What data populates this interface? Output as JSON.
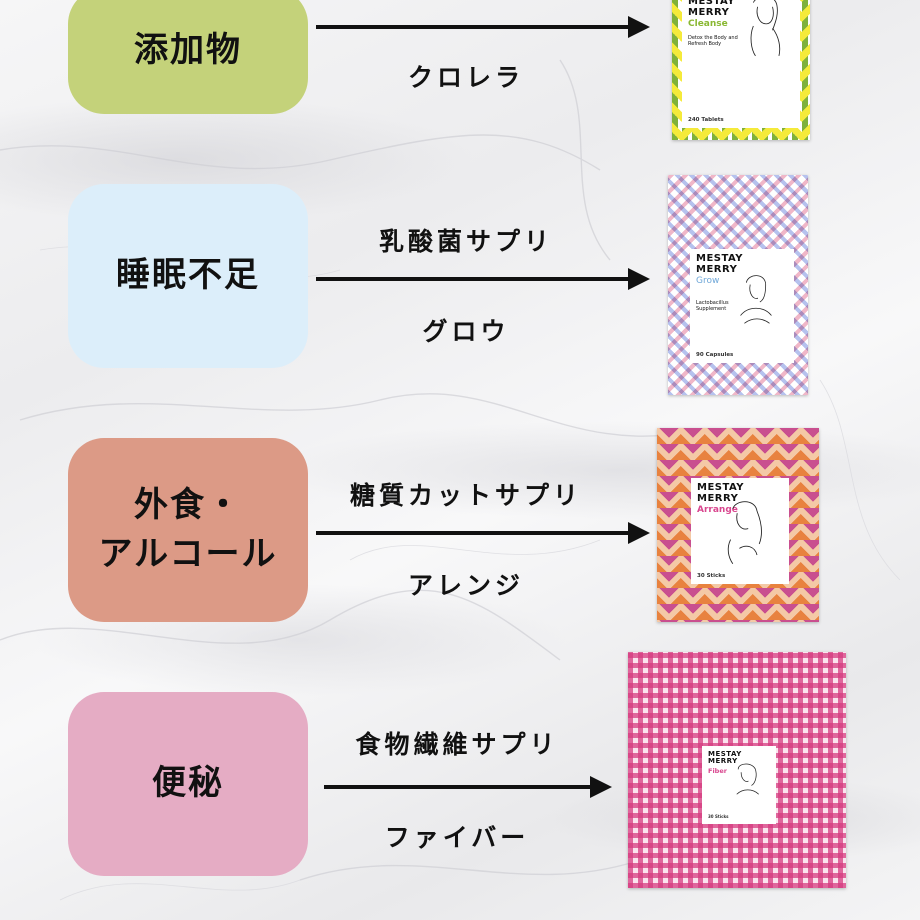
{
  "colors": {
    "green": "#c4d27a",
    "blue": "#dceefa",
    "orange": "#dc9a86",
    "pink": "#e5acc4"
  },
  "rows": [
    {
      "category": "添加物",
      "supplement_type": "",
      "product": "クロレラ",
      "package": {
        "brand": "MESTAY\nMERRY",
        "name": "Cleanse",
        "subtitle": "Detox the Body and Refresh Body",
        "count": "240 Tablets"
      }
    },
    {
      "category": "睡眠不足",
      "supplement_type": "乳酸菌サプリ",
      "product": "グロウ",
      "package": {
        "brand": "MESTAY\nMERRY",
        "name": "Grow",
        "subtitle": "Lactobacillus Supplement",
        "count": "90 Capsules"
      }
    },
    {
      "category": "外食・\nアルコール",
      "supplement_type": "糖質カットサプリ",
      "product": "アレンジ",
      "package": {
        "brand": "MESTAY\nMERRY",
        "name": "Arrange",
        "subtitle": "",
        "count": "30 Sticks"
      }
    },
    {
      "category": "便秘",
      "supplement_type": "食物繊維サプリ",
      "product": "ファイバー",
      "package": {
        "brand": "MESTAY\nMERRY",
        "name": "Fiber",
        "subtitle": "",
        "count": "30 Sticks"
      }
    }
  ]
}
